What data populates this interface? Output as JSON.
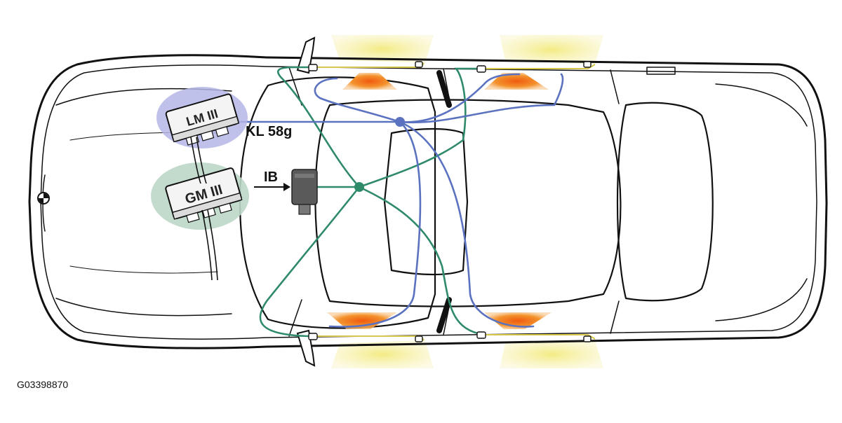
{
  "labels": {
    "kl58g": "KL 58g",
    "ib": "IB",
    "lm": "LM III",
    "gm": "GM III"
  },
  "figure_id": "G03398870",
  "colors": {
    "bus_blue": "#5b72c0",
    "bus_green": "#2f8a6a",
    "lm_highlight": "#b4b6e6",
    "gm_highlight": "#bcd7c8",
    "footwell_light": "#f08a2a",
    "door_light": "#f6f0a0",
    "outline": "#111111"
  },
  "icons": {
    "badge": "bmw-logo-icon"
  }
}
